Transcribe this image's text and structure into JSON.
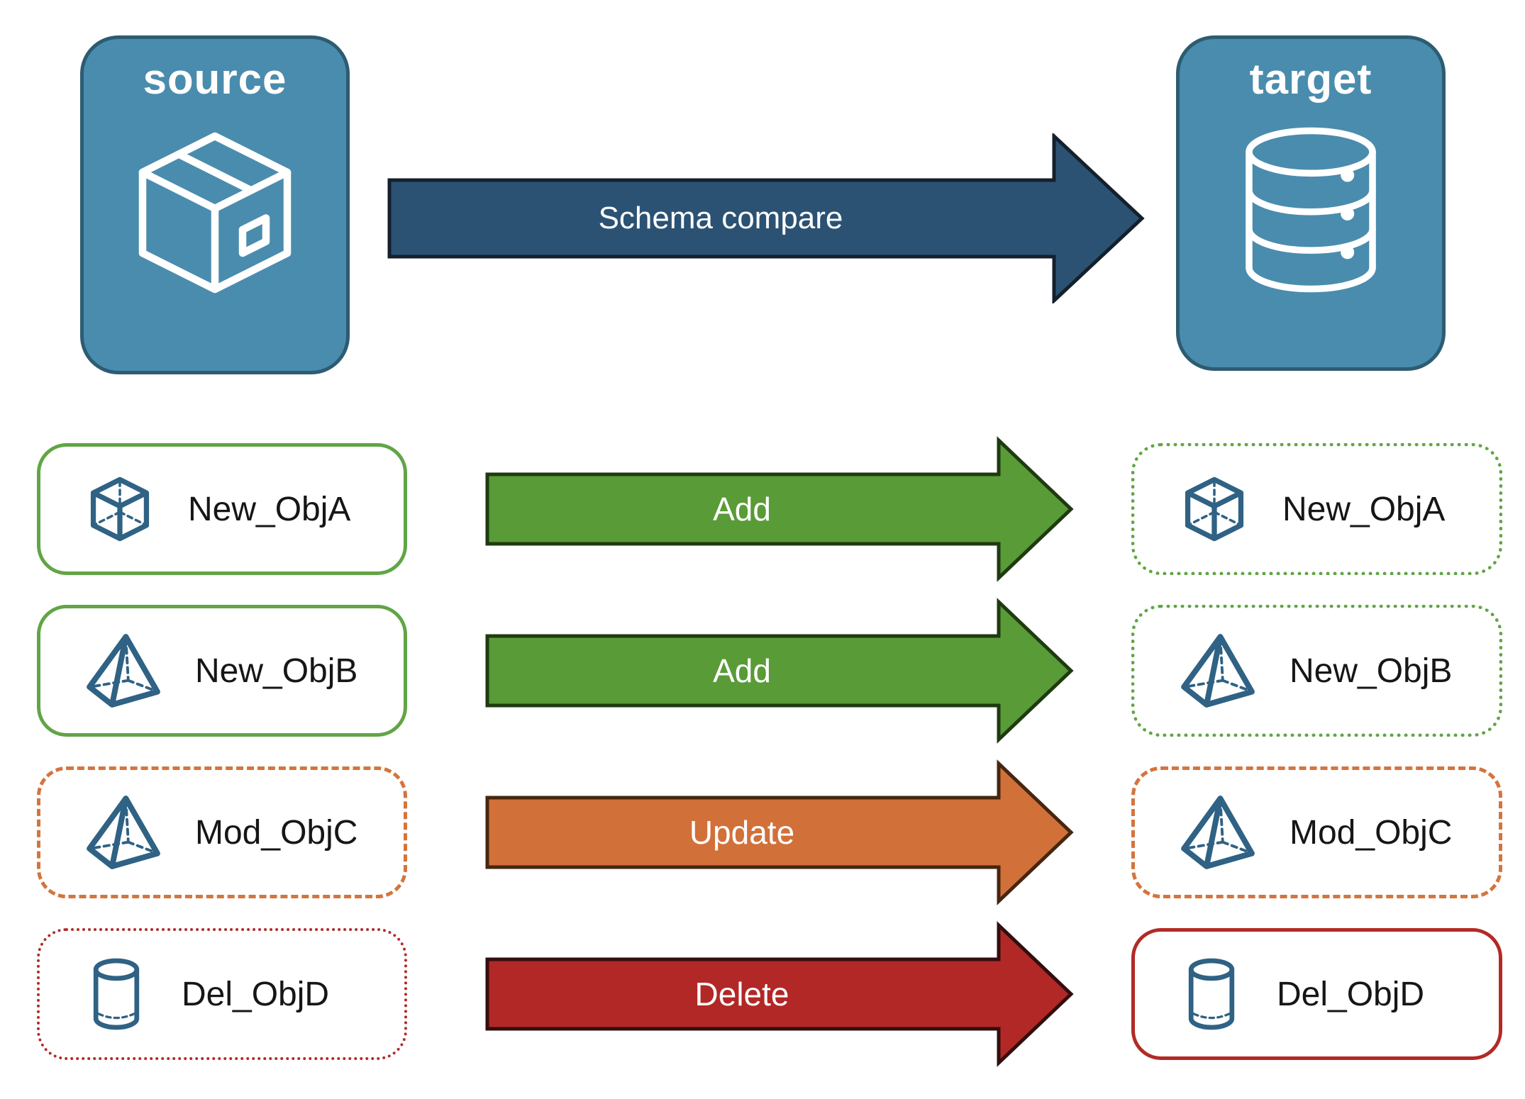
{
  "panels": {
    "source": {
      "label": "source",
      "icon": "package-icon"
    },
    "target": {
      "label": "target",
      "icon": "database-icon"
    }
  },
  "compare_arrow": {
    "label": "Schema compare"
  },
  "rows": [
    {
      "object": "New_ObjA",
      "action": "Add",
      "icon": "cube-icon",
      "source_border": "green-solid",
      "target_border": "green-dotted"
    },
    {
      "object": "New_ObjB",
      "action": "Add",
      "icon": "pyramid-icon",
      "source_border": "green-solid",
      "target_border": "green-dotted"
    },
    {
      "object": "Mod_ObjC",
      "action": "Update",
      "icon": "pyramid-icon",
      "source_border": "orange-dashed",
      "target_border": "orange-dashed"
    },
    {
      "object": "Del_ObjD",
      "action": "Delete",
      "icon": "cylinder-icon",
      "source_border": "red-dotted",
      "target_border": "red-solid"
    }
  ],
  "colors": {
    "panel_blue": "#4A8CAD",
    "panel_border": "#2D5C72",
    "compare_blue": "#2B5273",
    "compare_border": "#14202C",
    "green": "#599B37",
    "green_border": "#1F3A10",
    "orange": "#D2703A",
    "orange_border": "#45260F",
    "red": "#B12826",
    "red_border": "#330E0E",
    "box_green": "#61A546",
    "box_orange": "#D4743E",
    "box_red": "#B22A26",
    "icon_blue": "#2F6284",
    "label_text": "#161616"
  }
}
